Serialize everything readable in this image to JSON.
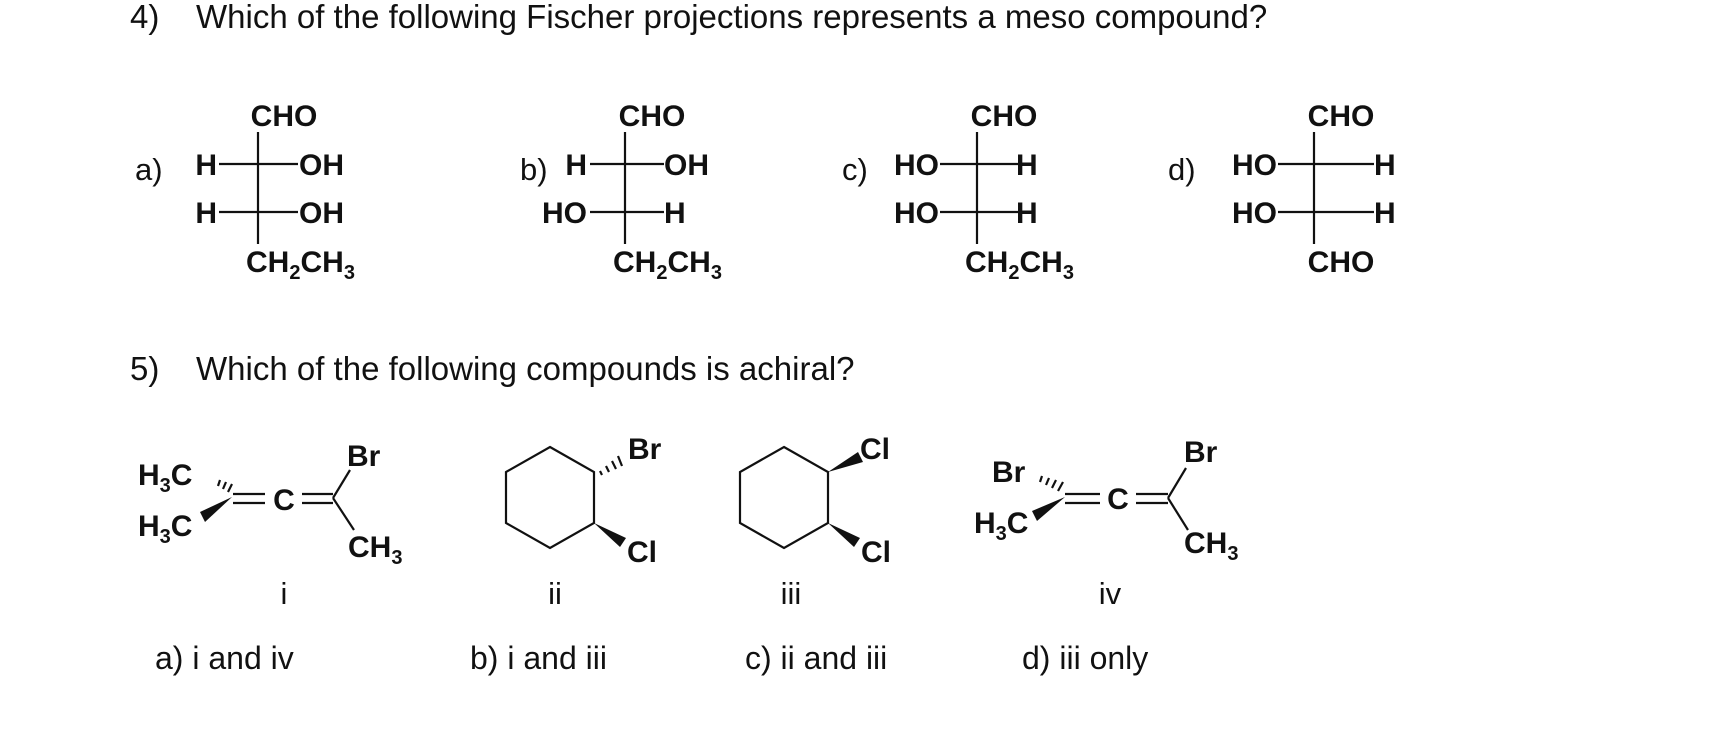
{
  "q4": {
    "number": "4)",
    "text": "Which of the following Fischer projections represents a meso compound?",
    "options": [
      {
        "label": "a)",
        "top": "CHO",
        "row1_left": "H",
        "row1_right": "OH",
        "row2_left": "H",
        "row2_right": "OH",
        "bottom": "CH2CH3"
      },
      {
        "label": "b)",
        "top": "CHO",
        "row1_left": "H",
        "row1_right": "OH",
        "row2_left": "HO",
        "row2_right": "H",
        "bottom": "CH2CH3"
      },
      {
        "label": "c)",
        "top": "CHO",
        "row1_left": "HO",
        "row1_right": "H",
        "row2_left": "HO",
        "row2_right": "H",
        "bottom": "CH2CH3"
      },
      {
        "label": "d)",
        "top": "CHO",
        "row1_left": "HO",
        "row1_right": "H",
        "row2_left": "HO",
        "row2_right": "H",
        "bottom": "CHO"
      }
    ]
  },
  "q5": {
    "number": "5)",
    "text": "Which of the following compounds is achiral?",
    "compounds": [
      {
        "numeral": "i",
        "groups": {
          "upper_left": "H3C",
          "lower_left": "H3C",
          "center": "C",
          "upper_right": "Br",
          "lower_right": "CH3"
        }
      },
      {
        "numeral": "ii",
        "groups": {
          "top": "Br",
          "bottom": "Cl"
        }
      },
      {
        "numeral": "iii",
        "groups": {
          "top": "Cl",
          "bottom": "Cl"
        }
      },
      {
        "numeral": "iv",
        "groups": {
          "upper_left": "Br",
          "lower_left": "H3C",
          "center": "C",
          "upper_right": "Br",
          "lower_right": "CH3"
        }
      }
    ],
    "answers": [
      "a) i and iv",
      "b) i and iii",
      "c) ii and iii",
      "d) iii only"
    ]
  }
}
